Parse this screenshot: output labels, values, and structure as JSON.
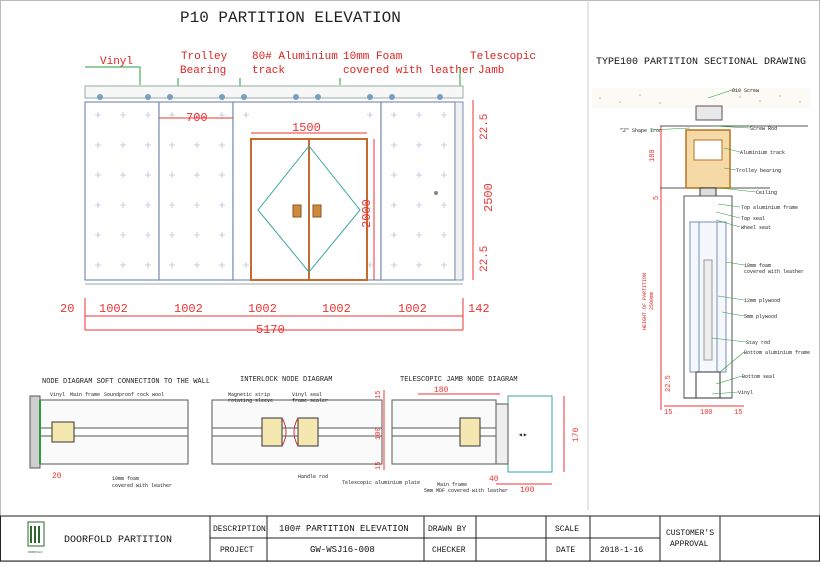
{
  "main_title": "P10 PARTITION ELEVATION",
  "section_title": "TYPE100 PARTITION SECTIONAL DRAWING",
  "callouts": {
    "vinyl": "Vinyl",
    "trolley": [
      "Trolley",
      "Bearing"
    ],
    "track": [
      "80# Aluminium",
      "track"
    ],
    "foam": [
      "10mm Foam",
      "covered with leather"
    ],
    "jamb": [
      "Telescopic",
      "Jamb"
    ]
  },
  "dims": {
    "d700": "700",
    "d1500": "1500",
    "d2000": "2000",
    "d2500": "2500",
    "d22_5_top": "22.5",
    "d22_5_bot": "22.5",
    "bottom": [
      "20",
      "1002",
      "1002",
      "1002",
      "1002",
      "1002",
      "142"
    ],
    "total": "5170"
  },
  "details": {
    "soft": {
      "title": "NODE DIAGRAM SOFT CONNECTION TO THE WALL",
      "labels": [
        "Vinyl",
        "Main frame",
        "Soundproof rock wool",
        "10mm foam",
        "covered with leather"
      ],
      "dim": "20"
    },
    "interlock": {
      "title": "INTERLOCK NODE DIAGRAM",
      "labels": [
        "Magnetic strip",
        "rotating sleeve",
        "Vinyl seal",
        "frame sealer",
        "Handle rod"
      ],
      "dims": [
        "15",
        "100",
        "15"
      ]
    },
    "jamb": {
      "title": "TELESCOPIC JAMB NODE DIAGRAM",
      "labels": [
        "Telescopic aluminium plate",
        "Main frame",
        "5mm MDF covered with leather"
      ],
      "dims": [
        "180",
        "170",
        "40",
        "100"
      ]
    }
  },
  "section": {
    "labels": {
      "screw": "Ø10 Screw",
      "zshape": "\"Z\" Shape Iron",
      "screwrod": "Screw Rod",
      "track": "Aluminium track",
      "trolley": "Trolley bearing",
      "ceiling": "Ceiling",
      "topframe": "Top aluminium frame",
      "topseal": "Top seal",
      "wheel": "Wheel seat",
      "foam": [
        "10mm foam",
        "covered with leather"
      ],
      "ply12": "12mm plywood",
      "ply5": "5mm plywood",
      "stay": "Stay rod",
      "botframe": "Bottom aluminium frame",
      "botseal": "Bottom seal",
      "vinyl": "Vinyl"
    },
    "height_label": [
      "HEIGHT OF PARTITION",
      "2500mm"
    ],
    "dims": {
      "d180": "180",
      "d5": "5",
      "d22_5": "22.5",
      "d15a": "15",
      "d100": "100",
      "d15b": "15"
    }
  },
  "title_block": {
    "company": "DOORFOLD PARTITION",
    "logo_text": "DOORFOLD",
    "description_label": "DESCRIPTION",
    "description_value": "100# PARTITION ELEVATION",
    "drawn_by_label": "DRAWN BY",
    "scale_label": "SCALE",
    "customer_label": [
      "CUSTOMER'S",
      "APPROVAL"
    ],
    "project_label": "PROJECT",
    "project_value": "GW-WSJ16-008",
    "checker_label": "CHECKER",
    "date_label": "DATE",
    "date_value": "2018-1-16"
  }
}
